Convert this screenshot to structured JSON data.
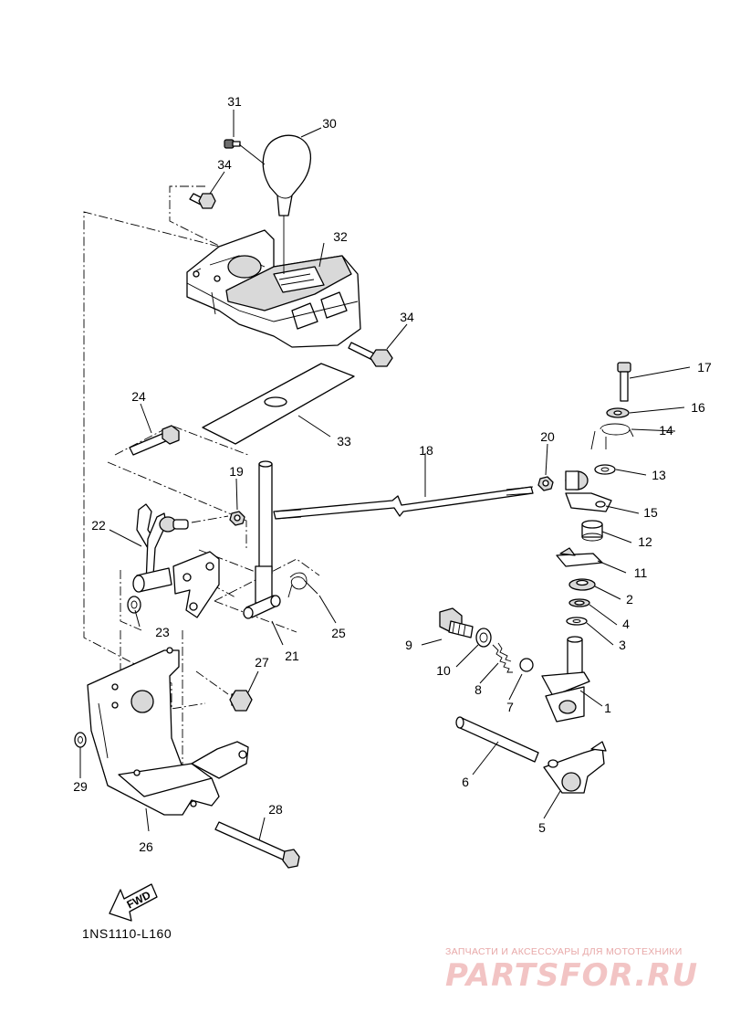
{
  "diagram": {
    "code": "1NS1110-L160",
    "fwd_label": "FWD",
    "callouts": [
      "1",
      "2",
      "3",
      "4",
      "5",
      "6",
      "7",
      "8",
      "9",
      "10",
      "11",
      "12",
      "13",
      "14",
      "15",
      "16",
      "17",
      "18",
      "19",
      "20",
      "21",
      "22",
      "23",
      "24",
      "25",
      "26",
      "27",
      "28",
      "29",
      "30",
      "31",
      "32",
      "33",
      "34",
      "34"
    ]
  },
  "watermark": {
    "tagline": "ЗАПЧАСТИ И АКСЕССУАРЫ ДЛЯ МОТОТЕХНИКИ",
    "logo": "PARTSFOR.RU"
  }
}
